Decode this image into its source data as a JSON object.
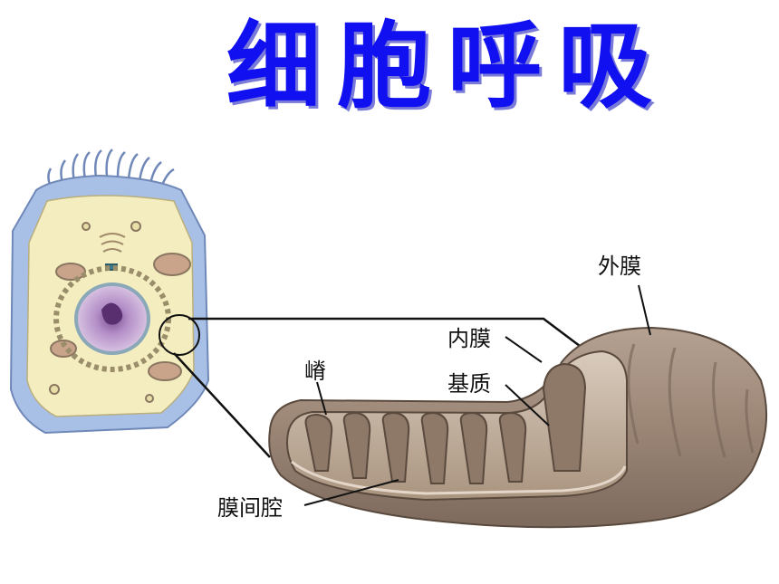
{
  "title": "细胞呼吸",
  "labels": {
    "outer_membrane": "外膜",
    "inner_membrane": "内膜",
    "matrix": "基质",
    "cristae": "嵴",
    "intermembrane_space": "膜间腔"
  },
  "colors": {
    "title": "#1010f0",
    "cell_wall": "#a9c0e6",
    "cytoplasm": "#f4edbf",
    "nucleus": "#c19ad4",
    "mitochondrion_outer": "#a08a7a",
    "mitochondrion_inner": "#c8b6a6"
  }
}
